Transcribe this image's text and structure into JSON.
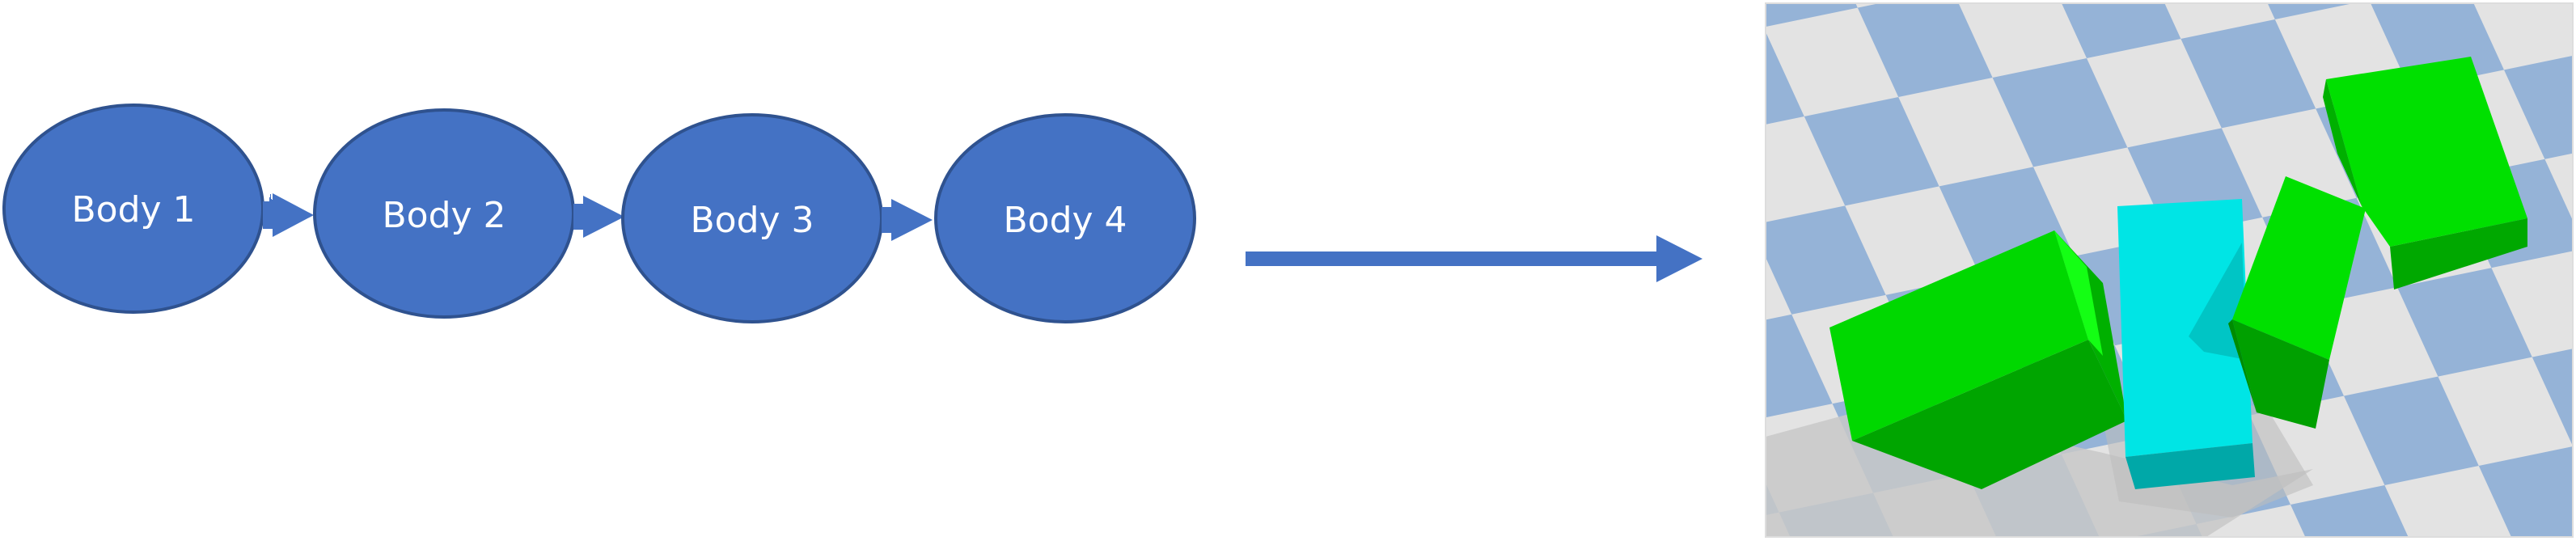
{
  "diagram": {
    "nodes": [
      {
        "label": "Body 1"
      },
      {
        "label": "Body 2"
      },
      {
        "label": "Body 3"
      },
      {
        "label": "Body 4"
      }
    ],
    "colors": {
      "node_fill": "#4472C4",
      "node_stroke": "#2F528F",
      "arrow": "#4472C4",
      "floor_light": "#E3E3E3",
      "floor_blue": "#95B3D7",
      "green_body": "#00D800",
      "cyan_body": "#00E5E5"
    }
  }
}
